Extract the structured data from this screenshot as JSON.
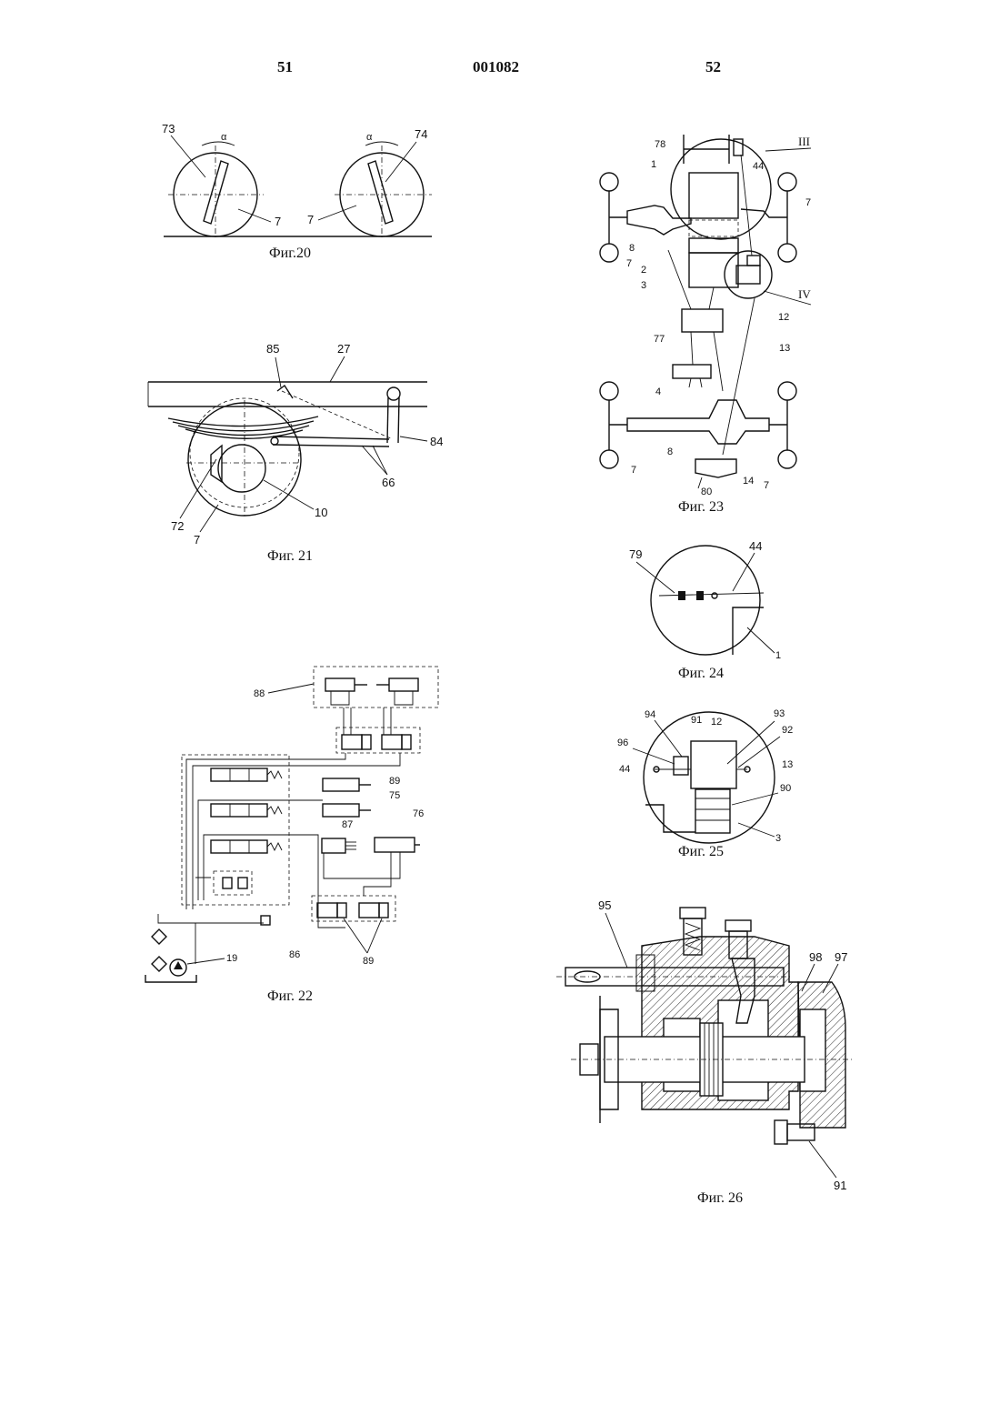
{
  "header": {
    "left_page": "51",
    "doc_number": "001082",
    "right_page": "52"
  },
  "figures": {
    "fig20": {
      "caption": "Фиг.20",
      "labels": {
        "l73": "73",
        "l74": "74",
        "l7a": "7",
        "l7b": "7",
        "alpha1": "α",
        "alpha2": "α"
      }
    },
    "fig21": {
      "caption": "Фиг. 21",
      "labels": {
        "l85": "85",
        "l27": "27",
        "l84": "84",
        "l66": "66",
        "l72": "72",
        "l10": "10",
        "l7": "7"
      }
    },
    "fig22": {
      "caption": "Фиг. 22",
      "labels": {
        "l88": "88",
        "l89a": "89",
        "l75": "75",
        "l76": "76",
        "l87": "87",
        "l86": "86",
        "l19": "19",
        "l89b": "89"
      }
    },
    "fig23": {
      "caption": "Фиг. 23",
      "labels": {
        "l78": "78",
        "l1": "1",
        "l44": "44",
        "lIII": "III",
        "l7a": "7",
        "l8a": "8",
        "l7b": "7",
        "l2": "2",
        "l3": "3",
        "lIV": "IV",
        "l12": "12",
        "l77": "77",
        "l13": "13",
        "l4": "4",
        "l8b": "8",
        "l7c": "7",
        "l80": "80",
        "l14": "14",
        "l7d": "7"
      }
    },
    "fig24": {
      "caption": "Фиг. 24",
      "labels": {
        "l79": "79",
        "l44": "44",
        "l1": "1"
      }
    },
    "fig25": {
      "caption": "Фиг. 25",
      "labels": {
        "l94": "94",
        "l91": "91",
        "l12": "12",
        "l93": "93",
        "l92": "92",
        "l96": "96",
        "l44": "44",
        "l13": "13",
        "l90": "90",
        "l3": "3"
      }
    },
    "fig26": {
      "caption": "Фиг. 26",
      "labels": {
        "l95": "95",
        "l98": "98",
        "l97": "97",
        "l91": "91"
      }
    }
  }
}
